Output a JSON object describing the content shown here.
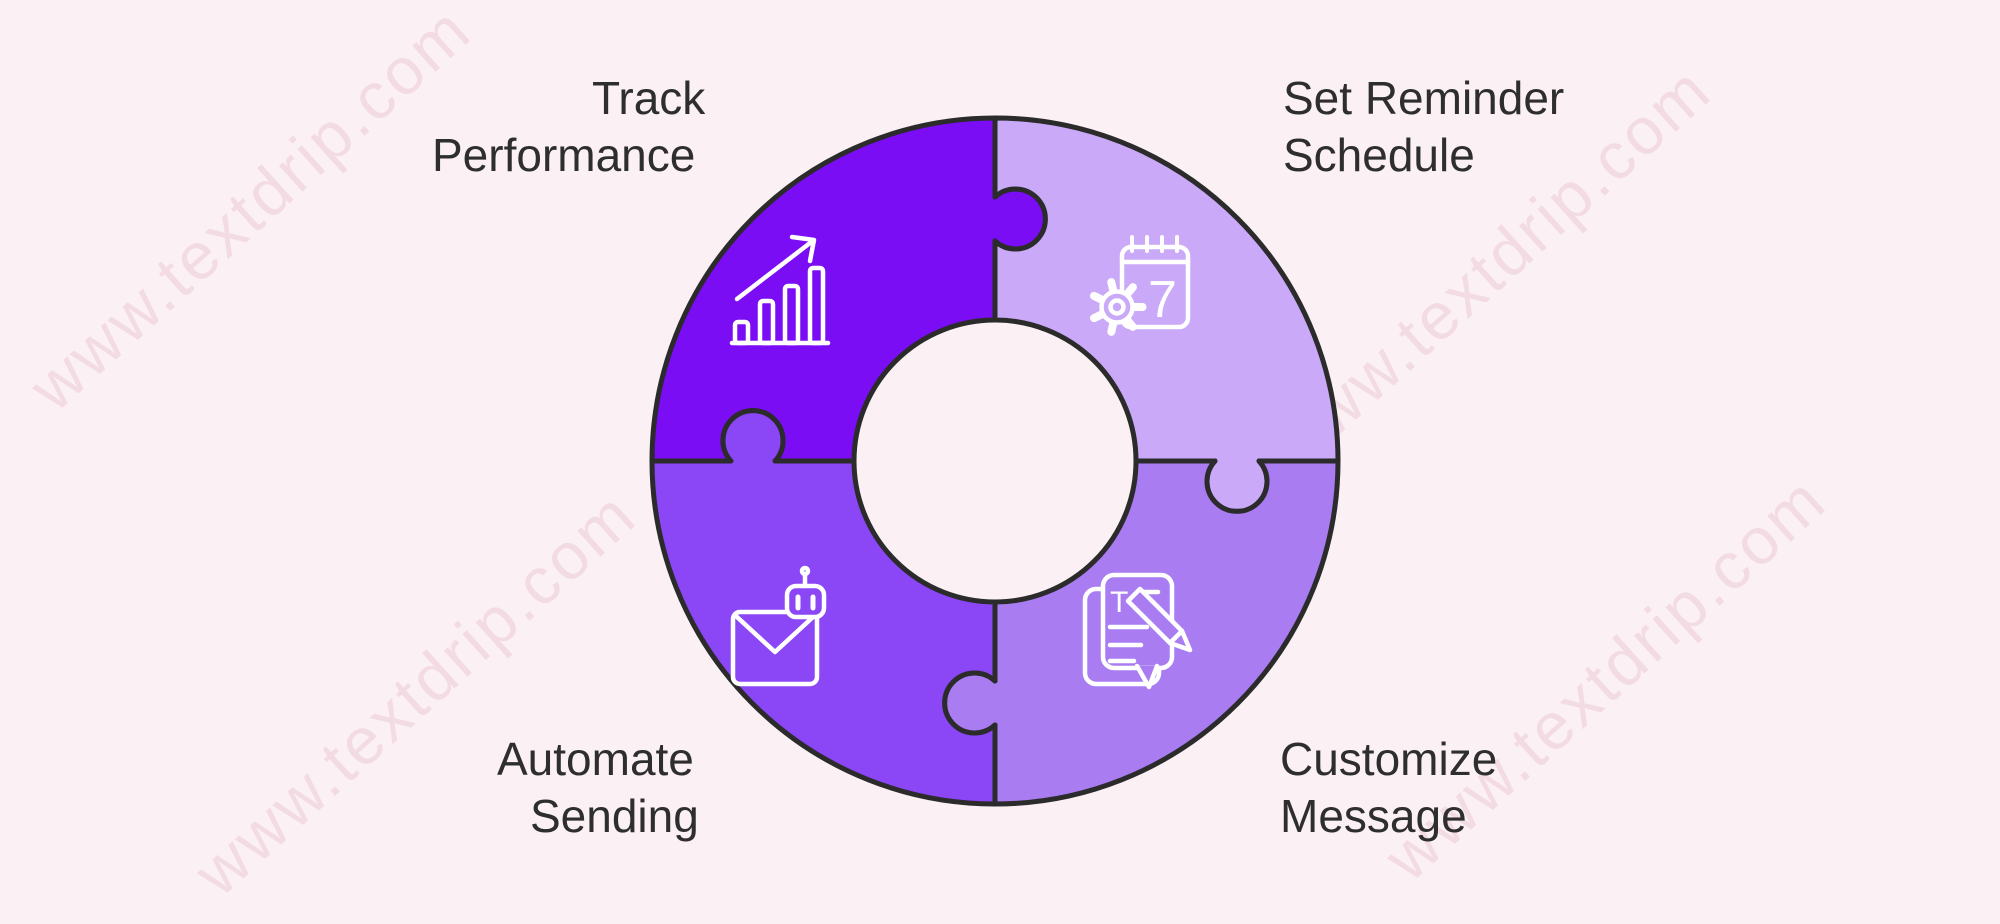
{
  "watermark": {
    "text": "www.textdrip.com"
  },
  "diagram": {
    "title_implicit": "Reminder automation puzzle diagram",
    "background_color": "#FBF0F4",
    "outline_color": "#2B2B2B",
    "watermark_color": "#F3DBE4",
    "label_color": "#2E2E2E",
    "icon_color": "#FFFFFF",
    "calendar_day": "7",
    "document_letter": "T",
    "pieces": [
      {
        "id": "track-performance",
        "position": "top-left",
        "label_line1": "Track",
        "label_line2": "Performance",
        "color": "#7A0DF3",
        "icon": "bar-chart-growth-icon"
      },
      {
        "id": "set-reminder-schedule",
        "position": "top-right",
        "label_line1": "Set Reminder",
        "label_line2": "Schedule",
        "color": "#C9A9F8",
        "icon": "calendar-gear-icon"
      },
      {
        "id": "customize-message",
        "position": "bottom-right",
        "label_line1": "Customize",
        "label_line2": "Message",
        "color": "#A97CF2",
        "icon": "document-pencil-icon"
      },
      {
        "id": "automate-sending",
        "position": "bottom-left",
        "label_line1": "Automate",
        "label_line2": "Sending",
        "color": "#8B46F6",
        "icon": "envelope-robot-icon"
      }
    ]
  }
}
